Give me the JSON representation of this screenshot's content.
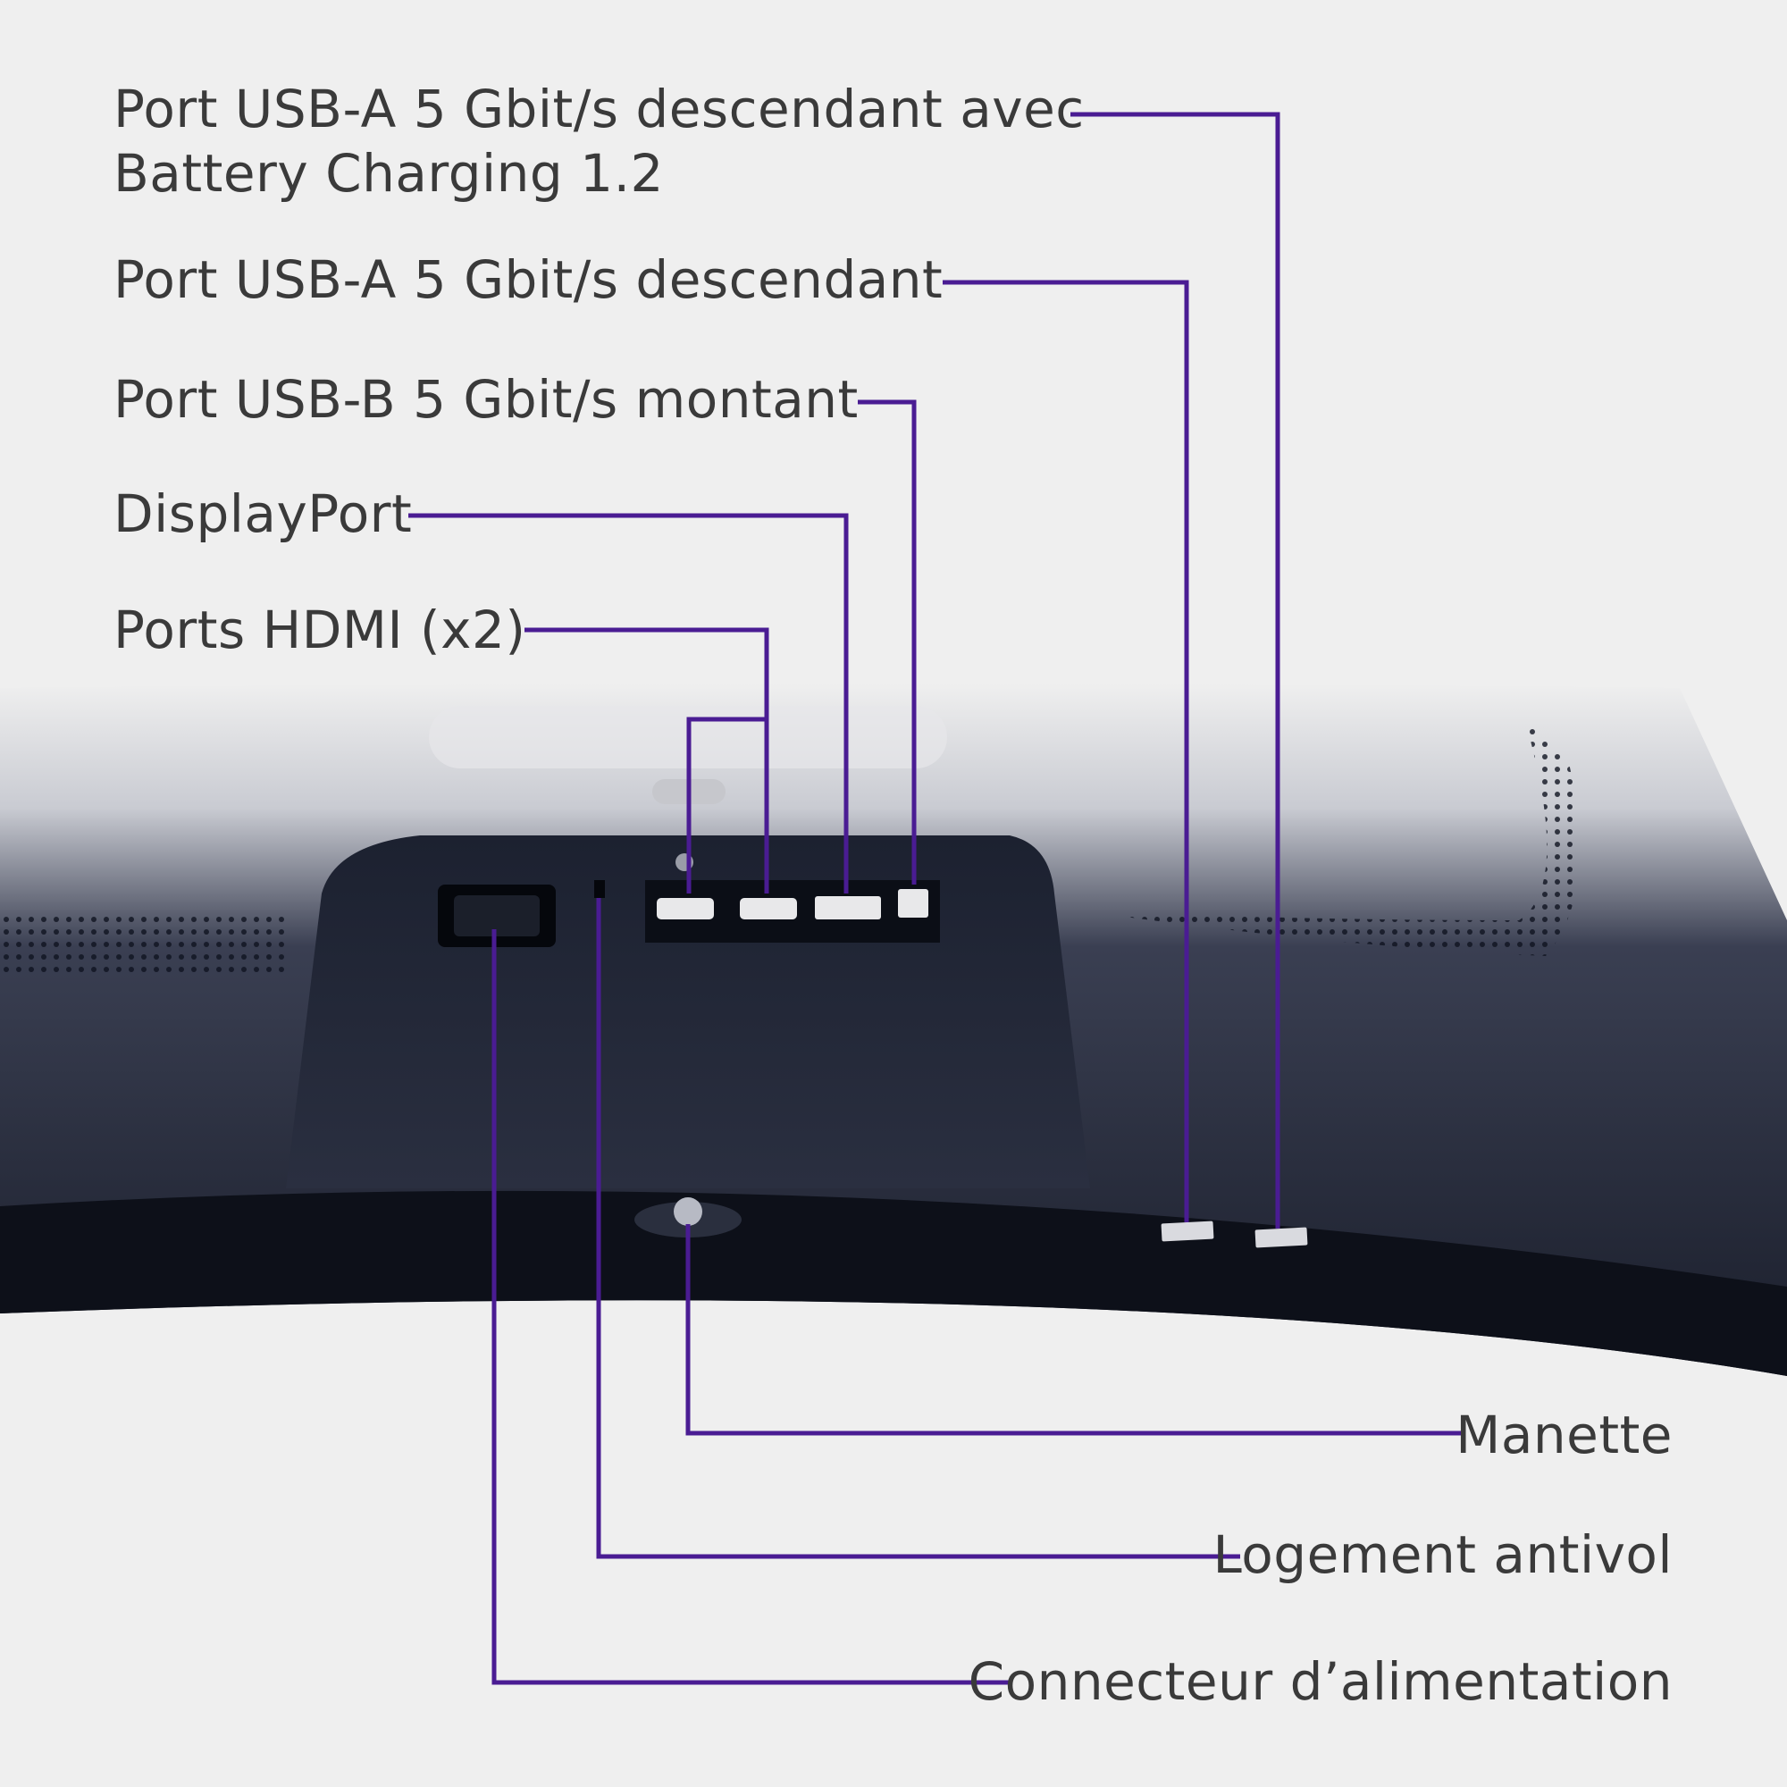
{
  "colors": {
    "background": "#efefef",
    "leader_line": "#4a1c93",
    "label_text": "#3a3a3a",
    "monitor_body": "#1d2230",
    "port_panel": "#101420"
  },
  "callouts": {
    "usb_a_bc": {
      "line1": "Port USB-A 5 Gbit/s descendant avec",
      "line2": "Battery Charging 1.2"
    },
    "usb_a": "Port USB-A 5 Gbit/s descendant",
    "usb_b": "Port USB-B 5 Gbit/s montant",
    "displayport": "DisplayPort",
    "hdmi": "Ports HDMI (x2)",
    "joystick": "Manette",
    "lock_slot": "Logement antivol",
    "power": "Connecteur d’alimentation"
  }
}
